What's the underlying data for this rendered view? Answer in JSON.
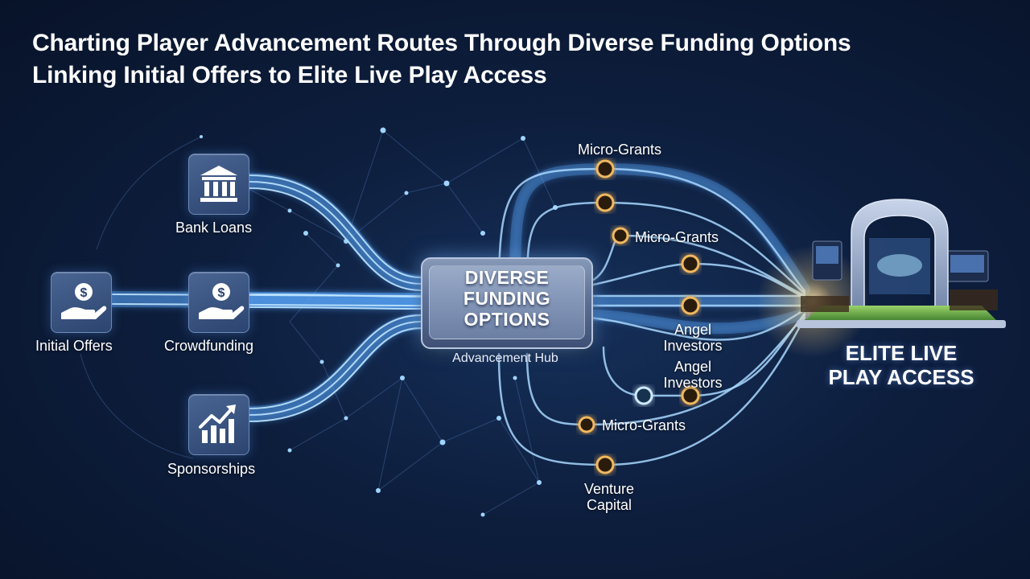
{
  "title": {
    "line1": "Charting Player Advancement Routes Through Diverse Funding Options",
    "line2": "Linking Initial Offers to Elite Live Play Access"
  },
  "sources": [
    {
      "id": "initial-offers",
      "label": "Initial Offers",
      "icon": "hand-coin-icon"
    },
    {
      "id": "bank-loans",
      "label": "Bank Loans",
      "icon": "bank-icon"
    },
    {
      "id": "crowdfunding",
      "label": "Crowdfunding",
      "icon": "hand-coin-icon"
    },
    {
      "id": "sponsorships",
      "label": "Sponsorships",
      "icon": "growth-chart-icon"
    }
  ],
  "hub": {
    "title_lines": [
      "DIVERSE",
      "FUNDING",
      "OPTIONS"
    ],
    "subtitle": "Advancement Hub"
  },
  "routes": [
    {
      "label": "Micro-Grants"
    },
    {
      "label": "Micro-Grants"
    },
    {
      "label": "Angel Investors"
    },
    {
      "label": "Angel Investors"
    },
    {
      "label": "Micro-Grants"
    },
    {
      "label": "Venture Capital"
    }
  ],
  "destination": {
    "label_lines": [
      "ELITE LIVE",
      "PLAY ACCESS"
    ],
    "icon": "stadium-icon"
  },
  "colors": {
    "background": "#0d1e3d",
    "flow": "#8fd0ff",
    "glow": "#5aa8ff",
    "node_ring": "#f0b860",
    "tile": "#3a5482"
  }
}
